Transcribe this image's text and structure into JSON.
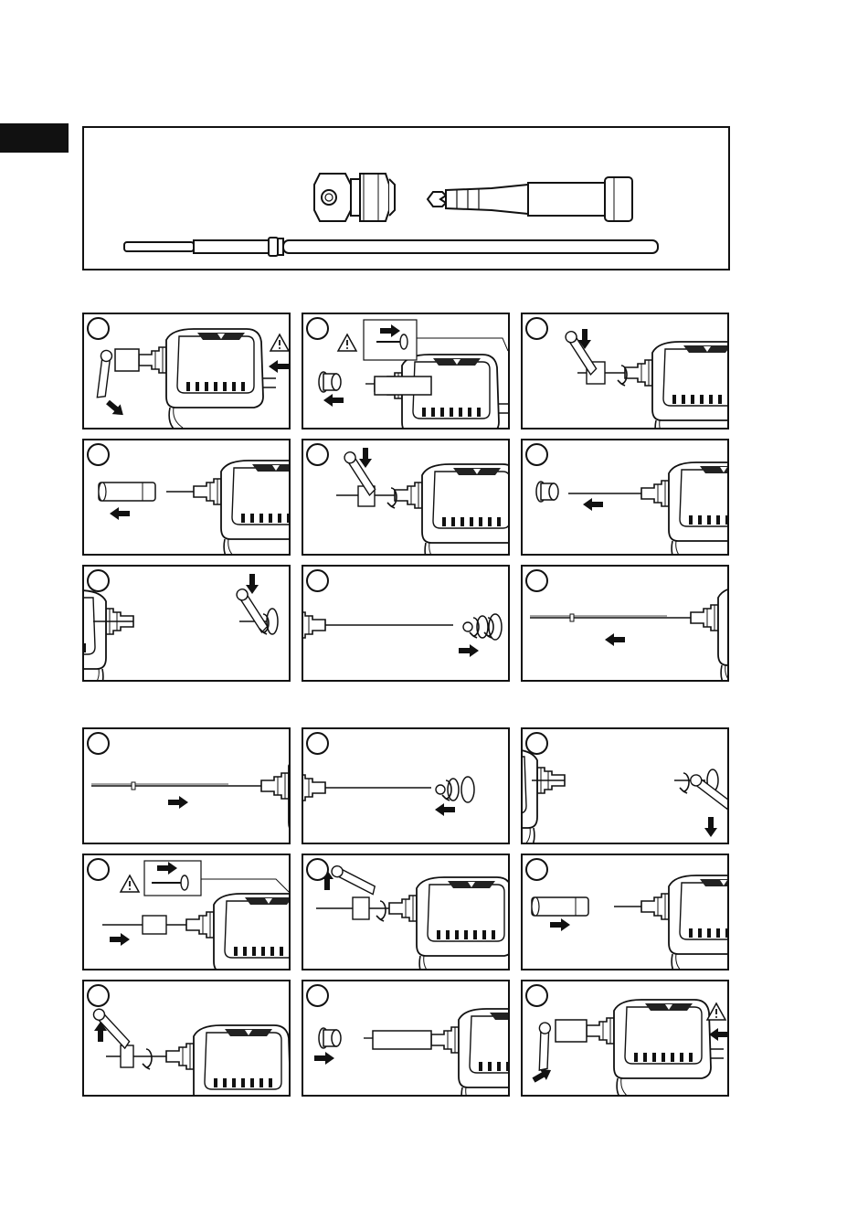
{
  "page": {
    "section_tab_color": "#111111",
    "line_color": "#111111",
    "background": "#ffffff"
  },
  "parts": {
    "items": [
      "hex-nut-adapter",
      "bit-holder-sleeve",
      "pilot-rod"
    ]
  },
  "groups": [
    {
      "name": "removal-sequence",
      "steps": [
        {
          "number": "",
          "icon": "warning-icon",
          "arrows": [
            "push",
            "lever-down"
          ]
        },
        {
          "number": "",
          "icon": "warning-icon",
          "arrows": [
            "pull-out"
          ]
        },
        {
          "number": "",
          "icon": "",
          "arrows": [
            "press-down",
            "rotate"
          ]
        },
        {
          "number": "",
          "icon": "",
          "arrows": [
            "pull-out"
          ]
        },
        {
          "number": "",
          "icon": "",
          "arrows": [
            "press-down",
            "rotate"
          ]
        },
        {
          "number": "",
          "icon": "",
          "arrows": [
            "pull-out"
          ]
        },
        {
          "number": "",
          "icon": "",
          "arrows": [
            "press-down",
            "rotate"
          ]
        },
        {
          "number": "",
          "icon": "",
          "arrows": [
            "unscrew",
            "pull-out"
          ]
        },
        {
          "number": "",
          "icon": "",
          "arrows": [
            "pull-out"
          ]
        }
      ]
    },
    {
      "name": "assembly-sequence",
      "steps": [
        {
          "number": "",
          "icon": "",
          "arrows": [
            "push-in"
          ]
        },
        {
          "number": "",
          "icon": "",
          "arrows": [
            "screw-on",
            "push-in"
          ]
        },
        {
          "number": "",
          "icon": "",
          "arrows": [
            "rotate",
            "press-down"
          ]
        },
        {
          "number": "",
          "icon": "warning-icon",
          "arrows": [
            "push-in"
          ]
        },
        {
          "number": "",
          "icon": "",
          "arrows": [
            "lift-up",
            "rotate"
          ]
        },
        {
          "number": "",
          "icon": "",
          "arrows": [
            "push-in"
          ]
        },
        {
          "number": "",
          "icon": "",
          "arrows": [
            "lift-up",
            "rotate"
          ]
        },
        {
          "number": "",
          "icon": "",
          "arrows": [
            "push-in"
          ]
        },
        {
          "number": "",
          "icon": "warning-icon",
          "arrows": [
            "push",
            "lever-up"
          ]
        }
      ]
    }
  ]
}
